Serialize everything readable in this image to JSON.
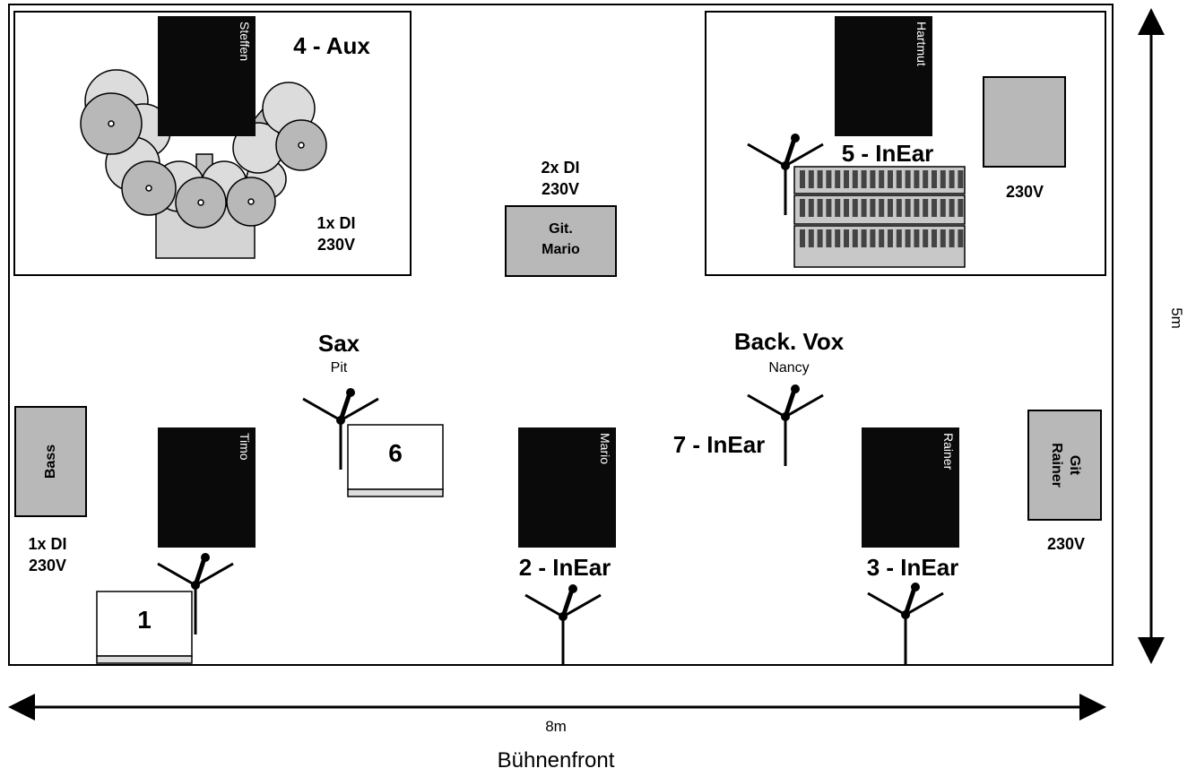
{
  "labels": {
    "aux": "4 - Aux",
    "inear5": "5 - InEar",
    "inear2": "2 - InEar",
    "inear3": "3 - InEar",
    "inear7": "7 - InEar",
    "sax": "Sax",
    "sax_person": "Pit",
    "backvox": "Back. Vox",
    "backvox_person": "Nancy",
    "drums_power_1": "1x DI",
    "drums_power_2": "230V",
    "center_power_1": "2x DI",
    "center_power_2": "230V",
    "keys_power": "230V",
    "bass_power_1": "1x DI",
    "bass_power_2": "230V",
    "git_rainer_power": "230V",
    "width": "8m",
    "depth": "5m",
    "front": "Bühnenfront"
  },
  "amps": {
    "git_mario_1": "Git.",
    "git_mario_2": "Mario",
    "bass": "Bass",
    "git_rainer_1": "Git",
    "git_rainer_2": "Rainer"
  },
  "monitors": {
    "m1": "1",
    "m6": "6"
  },
  "photos": {
    "steffen": "Steffen",
    "hartmut": "Hartmut",
    "timo": "Timo",
    "mario": "Mario",
    "rainer": "Rainer"
  },
  "icons": [
    "mic-stand-icon",
    "drum-kit-icon",
    "keyboard-icon",
    "monitor-wedge-icon",
    "arrow-icon"
  ]
}
